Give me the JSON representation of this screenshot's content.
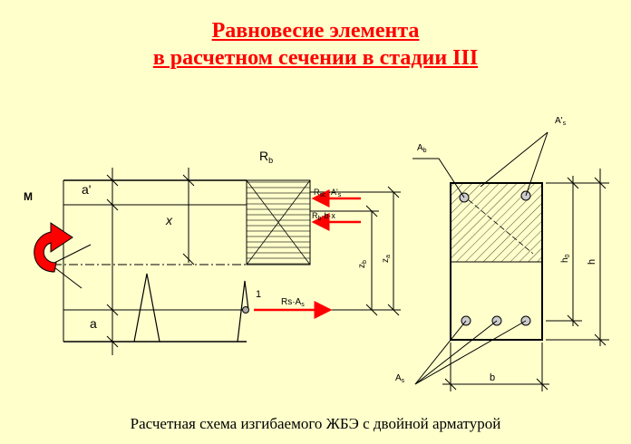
{
  "slide": {
    "title_line1": "Равновесие элемента",
    "title_line2": " в расчетном сечении в стадии III",
    "caption": "Расчетная схема изгибаемого  ЖБЭ с двойной арматурой"
  },
  "left_diagram": {
    "moment_label": "M",
    "a_prime": "a'",
    "x": "x",
    "a": "a",
    "point_1": "1",
    "Rb": "R",
    "Rb_sub": "b",
    "compression_steel_force": {
      "main": "R",
      "sub1": "sc",
      "mid": " ·A'",
      "sub2": "s"
    },
    "concrete_force": {
      "main": "R",
      "sub1": "b",
      "rest": "·b·x"
    },
    "tension_force": {
      "main": "Rs·A",
      "sub": "s"
    },
    "zb": {
      "main": "z",
      "sub": "b"
    },
    "za": {
      "main": "z",
      "sub": "a"
    }
  },
  "right_diagram": {
    "Ab": {
      "main": "A",
      "sub": "b"
    },
    "As_prime": {
      "main": "A'",
      "sub": "s"
    },
    "As": {
      "main": "A",
      "sub": "s"
    },
    "h0": {
      "main": "h",
      "sub": "0"
    },
    "h": "h",
    "b": "b"
  },
  "colors": {
    "title": "#ff0000",
    "arrows": "#ff0000",
    "background": "#ffffcc",
    "lines": "#000000"
  }
}
